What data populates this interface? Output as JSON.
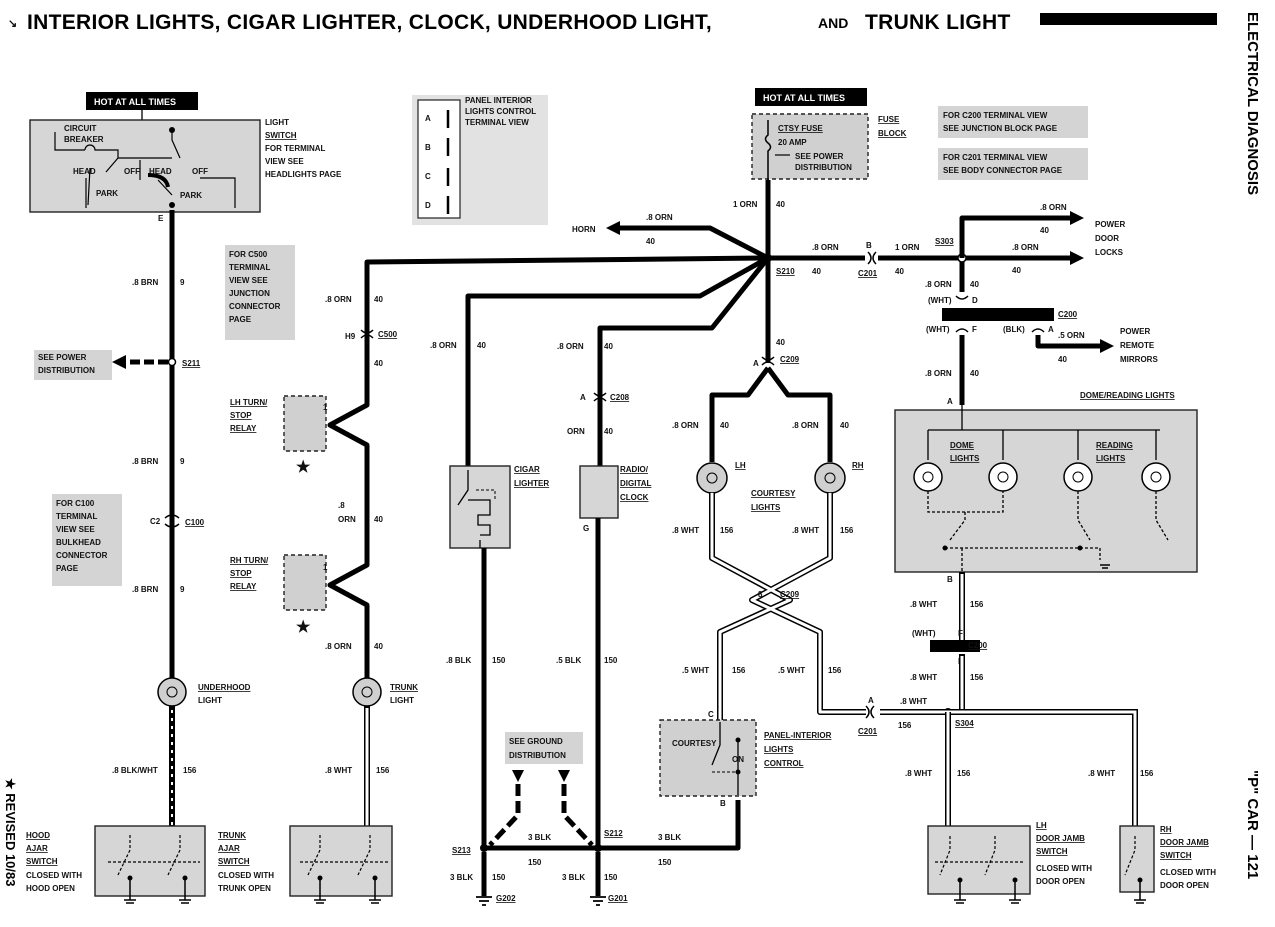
{
  "title": {
    "main": "INTERIOR LIGHTS, CIGAR LIGHTER, CLOCK, UNDERHOOD LIGHT,",
    "and": "AND",
    "last": "TRUNK LIGHT"
  },
  "side": {
    "right": "ELECTRICAL DIAGNOSIS",
    "page": "\"P\" CAR — 121",
    "revised": "★ REVISED 10/83"
  },
  "hot_left": "HOT AT ALL TIMES",
  "hot_mid": "HOT AT ALL TIMES",
  "light_switch": {
    "circuit": "CIRCUIT",
    "breaker": "BREAKER",
    "head1": "HEAD",
    "park1": "PARK",
    "off1": "OFF",
    "head2": "HEAD",
    "off2": "OFF",
    "park2": "PARK",
    "pin_e": "E",
    "label": [
      "LIGHT",
      "SWITCH",
      "FOR TERMINAL",
      "VIEW SEE",
      "HEADLIGHTS PAGE"
    ]
  },
  "panel_terminal_view": {
    "label": [
      "PANEL INTERIOR",
      "LIGHTS CONTROL",
      "TERMINAL VIEW"
    ],
    "pins": [
      "A",
      "B",
      "C",
      "D"
    ]
  },
  "fuse": {
    "name": "CTSY FUSE",
    "amp": "20 AMP",
    "see1": "SEE POWER",
    "see2": "DISTRIBUTION",
    "block1": "FUSE",
    "block2": "BLOCK"
  },
  "notes": {
    "c200": [
      "FOR C200 TERMINAL VIEW",
      "SEE JUNCTION BLOCK PAGE"
    ],
    "c201": [
      "FOR C201 TERMINAL VIEW",
      "SEE BODY CONNECTOR PAGE"
    ],
    "c500": [
      "FOR C500",
      "TERMINAL",
      "VIEW SEE",
      "JUNCTION",
      "CONNECTOR",
      "PAGE"
    ],
    "c100": [
      "FOR C100",
      "TERMINAL",
      "VIEW SEE",
      "BULKHEAD",
      "CONNECTOR",
      "PAGE"
    ],
    "power_dist": [
      "SEE POWER",
      "DISTRIBUTION"
    ],
    "ground_dist": [
      "SEE GROUND",
      "DISTRIBUTION"
    ]
  },
  "wires": {
    "brn": ".8 BRN",
    "brn_num": "9",
    "orn": ".8 ORN",
    "orn_num": "40",
    "orn_plain": "ORN",
    "orn_8": ".8",
    "orn_1": "1 ORN",
    "blk8": ".8 BLK",
    "blk5": ".5 BLK",
    "blk_num": "150",
    "blk3": "3 BLK",
    "wht8": ".8 WHT",
    "wht5": ".5 WHT",
    "wht_num": "156",
    "blkwht": ".8 BLK/WHT",
    "orn5": ".5 ORN"
  },
  "components": {
    "horn": "HORN",
    "power_door_locks": [
      "POWER",
      "DOOR",
      "LOCKS"
    ],
    "power_remote_mirrors": [
      "POWER",
      "REMOTE",
      "MIRRORS"
    ],
    "lh_relay": [
      "LH TURN/",
      "STOP",
      "RELAY"
    ],
    "rh_relay": [
      "RH TURN/",
      "STOP",
      "RELAY"
    ],
    "cigar": [
      "CIGAR",
      "LIGHTER"
    ],
    "radio": [
      "RADIO/",
      "DIGITAL",
      "CLOCK"
    ],
    "courtesy_lights": [
      "COURTESY",
      "LIGHTS"
    ],
    "lh": "LH",
    "rh": "RH",
    "dome_reading": "DOME/READING LIGHTS",
    "dome_lights": [
      "DOME",
      "LIGHTS"
    ],
    "reading_lights": [
      "READING",
      "LIGHTS"
    ],
    "underhood": [
      "UNDERHOOD",
      "LIGHT"
    ],
    "trunk_light": [
      "TRUNK",
      "LIGHT"
    ],
    "panel_control": [
      "PANEL-INTERIOR",
      "LIGHTS",
      "CONTROL"
    ],
    "courtesy": "COURTESY",
    "on": "ON",
    "hood_switch": [
      "HOOD",
      "AJAR",
      "SWITCH",
      "CLOSED WITH",
      "HOOD OPEN"
    ],
    "trunk_switch": [
      "TRUNK",
      "AJAR",
      "SWITCH",
      "CLOSED WITH",
      "TRUNK OPEN"
    ],
    "lh_jamb": [
      "LH",
      "DOOR JAMB",
      "SWITCH",
      "CLOSED WITH",
      "DOOR OPEN"
    ],
    "rh_jamb": [
      "RH",
      "DOOR JAMB",
      "SWITCH",
      "CLOSED WITH",
      "DOOR OPEN"
    ]
  },
  "connectors": {
    "s210": "S210",
    "s211": "S211",
    "s212": "S212",
    "s213": "S213",
    "s303": "S303",
    "s304": "S304",
    "c500": "C500",
    "h9": "H9",
    "c100": "C100",
    "c2": "C2",
    "c208": "C208",
    "c209": "C209",
    "c200": "C200",
    "c201": "C201",
    "g201": "G201",
    "g202": "G202",
    "a": "A",
    "b": "B",
    "c": "C",
    "d": "D",
    "f": "F",
    "g": "G",
    "e": "E",
    "eight": "8",
    "wht": "(WHT)",
    "blk": "(BLK)",
    "pin1": "1"
  },
  "star": "★"
}
